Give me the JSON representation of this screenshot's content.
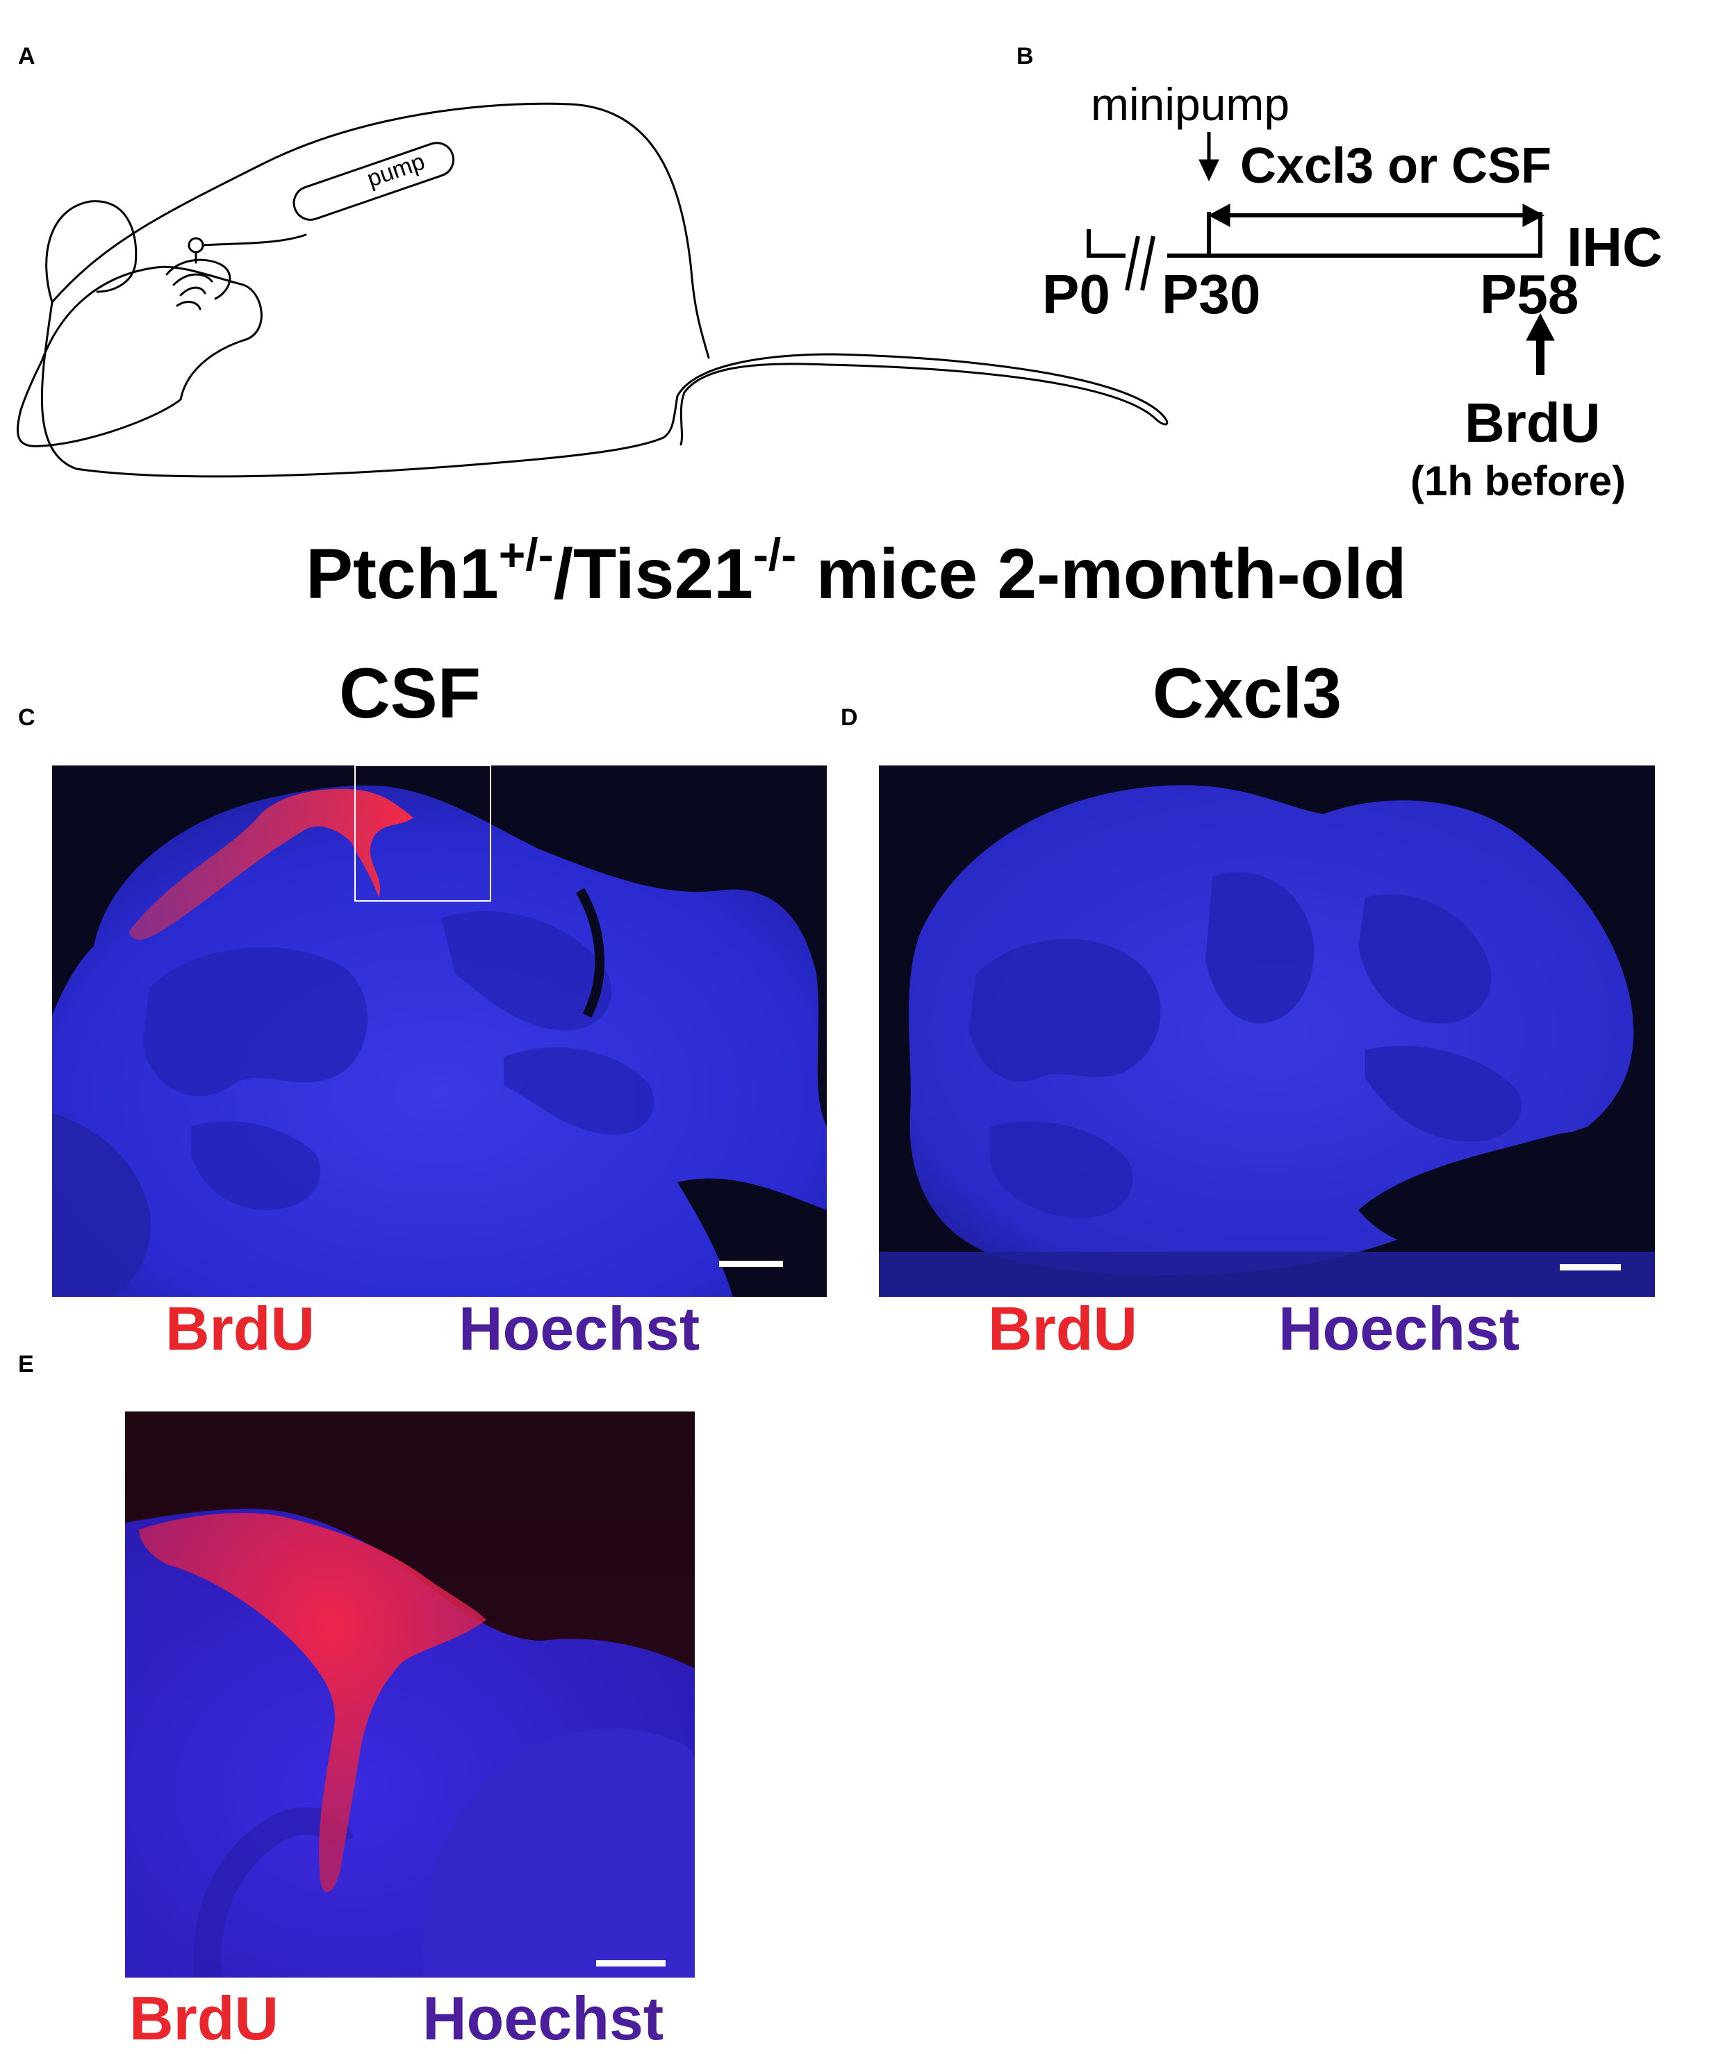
{
  "panels": {
    "a": {
      "letter": "A",
      "pump_label": "pump"
    },
    "b": {
      "letter": "B",
      "minipump_label": "minipump",
      "treatment_label": "Cxcl3 or CSF",
      "ihc_label": "IHC",
      "p0_label": "P0",
      "p30_label": "P30",
      "p58_label": "P58",
      "brdu_label": "BrdU",
      "brdu_note": "(1h before)"
    },
    "c": {
      "letter": "C",
      "title": "CSF"
    },
    "d": {
      "letter": "D",
      "title": "Cxcl3"
    },
    "e": {
      "letter": "E"
    }
  },
  "figure_title": {
    "part1": "Ptch1",
    "sup1": "+/-",
    "part2": "/Tis21",
    "sup2": "-/-",
    "part3": " mice 2-month-old"
  },
  "legend": {
    "brdu": "BrdU",
    "hoechst": "Hoechst",
    "brdu_color": "#e8262b",
    "hoechst_color": "#4b1f9c"
  }
}
